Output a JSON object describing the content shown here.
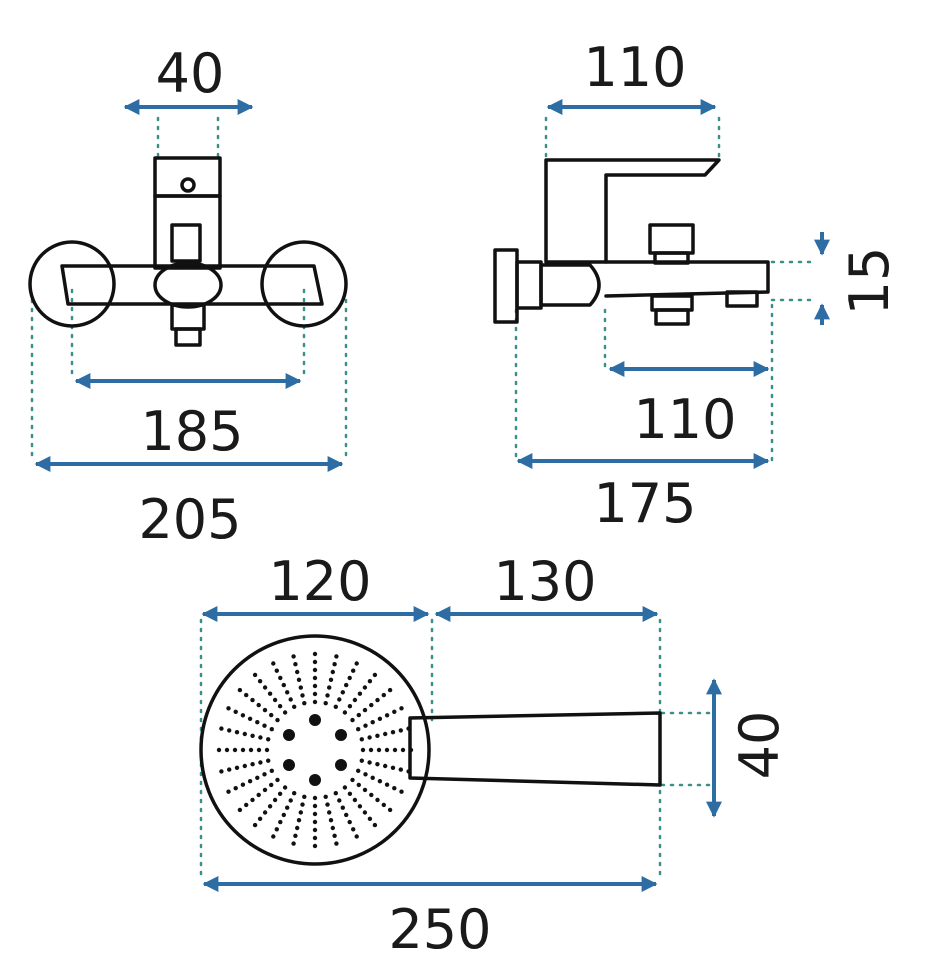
{
  "colors": {
    "arrow": "#2e6da4",
    "dotted": "#3a8f8a",
    "outline": "#111111",
    "text": "#1a1a1a"
  },
  "front_view": {
    "dims": {
      "top_width": "40",
      "inner_width": "185",
      "outer_width": "205"
    }
  },
  "side_view": {
    "dims": {
      "top_width": "110",
      "height": "15",
      "spout_width": "110",
      "total_depth": "175"
    }
  },
  "shower_head": {
    "dims": {
      "head_width": "120",
      "handle_length": "130",
      "handle_height": "40",
      "total_length": "250"
    }
  }
}
